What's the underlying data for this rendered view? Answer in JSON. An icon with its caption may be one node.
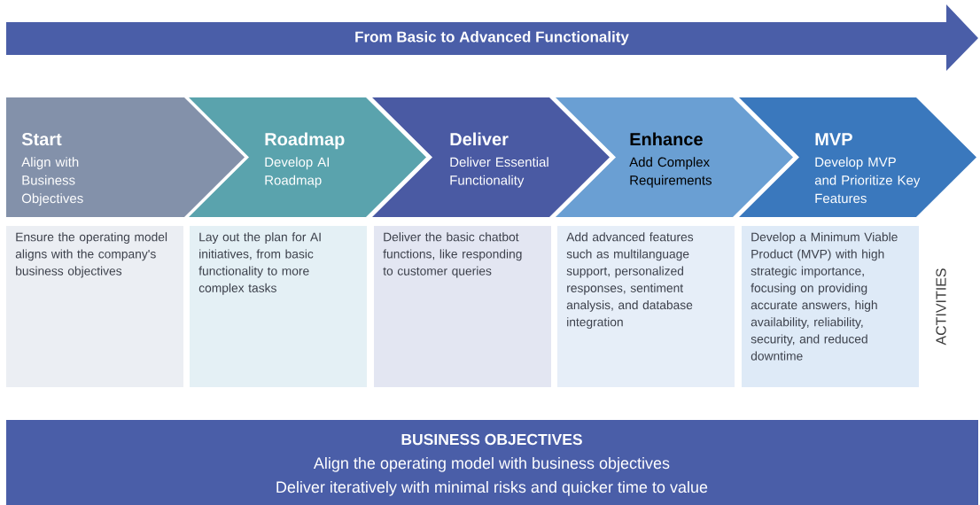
{
  "diagram": {
    "nodes": [
      {
        "text": [
          "From Basic to Advanced Functionality"
        ]
      },
      {
        "text": [
          "Start",
          "Align with Business Objectives"
        ]
      },
      {
        "text": [
          "Roadmap",
          "Develop AI Roadmap"
        ]
      },
      {
        "text": [
          "Deliver",
          "Deliver Essential Functionality"
        ]
      },
      {
        "text": [
          "Enhance",
          "Add Complex Requirements"
        ]
      },
      {
        "text": [
          "MVP",
          "Develop MVP and Prioritize Key Features"
        ]
      },
      {
        "text": [
          "Ensure the operating model aligns with the company's business objectives"
        ]
      },
      {
        "text": [
          "Lay out the plan for AI initiatives, from basic functionality to more complex tasks"
        ]
      },
      {
        "text": [
          "Deliver the basic chatbot functions, like responding to customer queries"
        ]
      },
      {
        "text": [
          "Add advanced features such as multilanguage support, personalized responses, sentiment analysis, and database integration"
        ]
      },
      {
        "text": [
          "Develop a Minimum Viable Product (MVP) with high strategic importance, focusing on providing accurate answers, high availability, reliability, security, and reduced downtime"
        ]
      },
      {
        "text": [
          "BUSINESS OBJECTIVES",
          "Align the operating model with business objectives",
          "Deliver iteratively with minimal risks and quicker time to value"
        ]
      }
    ],
    "labels": [
      "ACTIVITIES"
    ]
  }
}
